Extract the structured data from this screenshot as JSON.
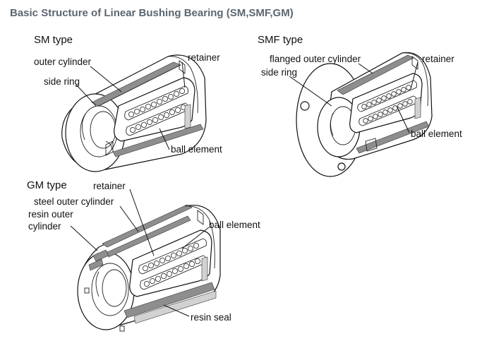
{
  "title": "Basic Structure of Linear Bushing Bearing (SM,SMF,GM)",
  "sm": {
    "type_label": "SM type",
    "outer_cylinder": "outer cylinder",
    "side_ring": "side ring",
    "retainer": "retainer",
    "ball_element": "ball element"
  },
  "smf": {
    "type_label": "SMF type",
    "flanged_outer_cylinder": "flanged outer cylinder",
    "side_ring": "side ring",
    "retainer": "retainer",
    "ball_element": "ball element"
  },
  "gm": {
    "type_label": "GM type",
    "retainer": "retainer",
    "steel_outer_cylinder": "steel outer cylinder",
    "resin_outer_line1": "resin outer",
    "resin_outer_line2": "cylinder",
    "ball_element": "ball element",
    "resin_seal": "resin seal"
  }
}
